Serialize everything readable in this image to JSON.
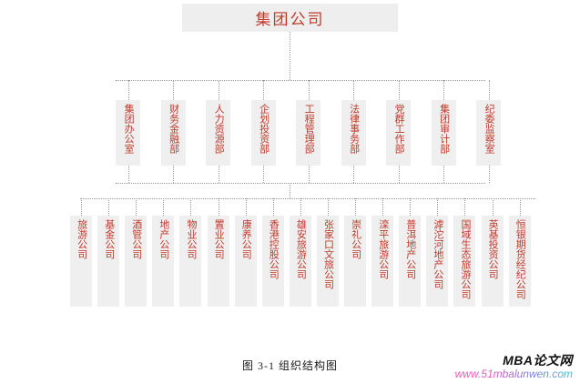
{
  "figure": {
    "caption": "图 3-1 组织结构图",
    "root": {
      "label": "集团公司"
    },
    "departments": [
      {
        "label": "集团办公室"
      },
      {
        "label": "财务金融部"
      },
      {
        "label": "人力资源部"
      },
      {
        "label": "企划投资部"
      },
      {
        "label": "工程管理部"
      },
      {
        "label": "法律事务部"
      },
      {
        "label": "党群工作部"
      },
      {
        "label": "集团审计部"
      },
      {
        "label": "纪委监察室"
      }
    ],
    "subsidiaries": [
      {
        "label": "旅游公司"
      },
      {
        "label": "基金公司"
      },
      {
        "label": "酒管公司"
      },
      {
        "label": "地产公司"
      },
      {
        "label": "物业公司"
      },
      {
        "label": "置业公司"
      },
      {
        "label": "康养公司"
      },
      {
        "label": "香港控股公司"
      },
      {
        "label": "雄安旅游公司"
      },
      {
        "label": "张家口文旅公司"
      },
      {
        "label": "崇礼公司"
      },
      {
        "label": "滦平旅游公司"
      },
      {
        "label": "普洱地产公司"
      },
      {
        "label": "滹沱河地产公司"
      },
      {
        "label": "国域生态旅游公司"
      },
      {
        "label": "英基投资公司"
      },
      {
        "label": "恒银期货经纪公司"
      }
    ]
  },
  "watermark": {
    "title": "MBA论文网",
    "url": "www.51mbalunwen.com"
  },
  "colors": {
    "text_red": "#c0392b",
    "box_fill": "#efefef",
    "connector": "#999999",
    "caption": "#1a1a1a",
    "background": "#ffffff"
  }
}
